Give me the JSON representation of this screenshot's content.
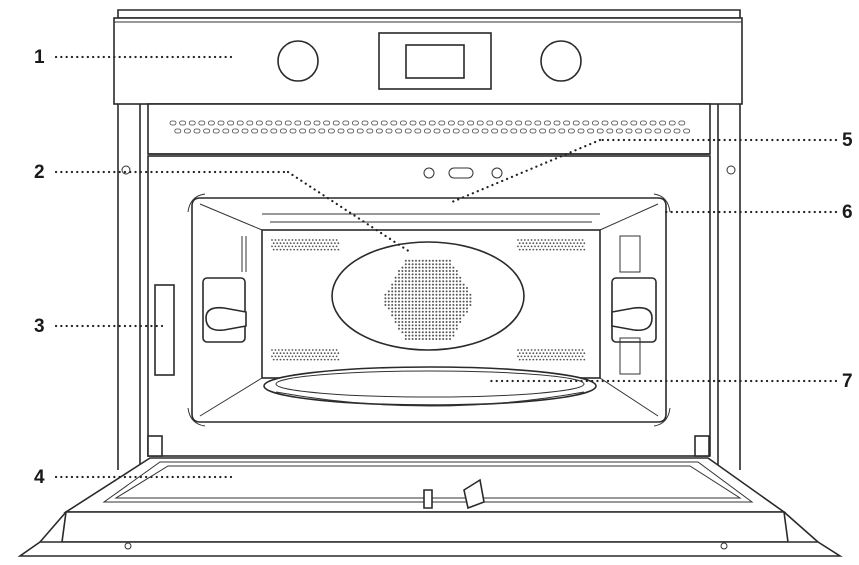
{
  "callouts": [
    {
      "id": "1",
      "label": "1"
    },
    {
      "id": "2",
      "label": "2"
    },
    {
      "id": "3",
      "label": "3"
    },
    {
      "id": "4",
      "label": "4"
    },
    {
      "id": "5",
      "label": "5"
    },
    {
      "id": "6",
      "label": "6"
    },
    {
      "id": "7",
      "label": "7"
    }
  ],
  "colors": {
    "line": "#2a2a2a",
    "background": "#ffffff",
    "mesh": "#555555"
  }
}
